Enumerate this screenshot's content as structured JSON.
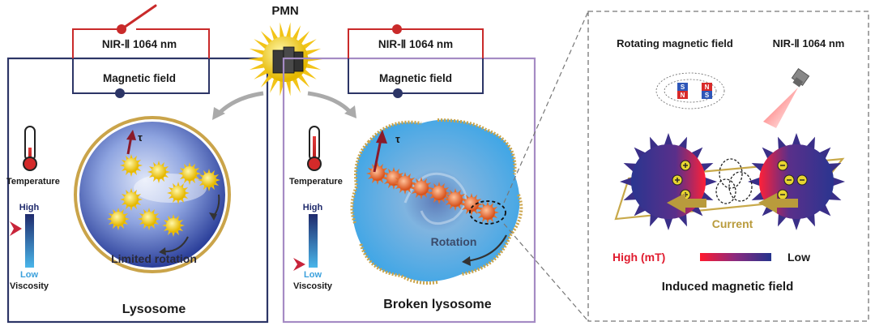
{
  "title": "PMN",
  "left_panel": {
    "nir_label": "NIR-Ⅱ 1064 nm",
    "magnetic_label": "Magnetic field",
    "tau_label": "τ",
    "temperature_label": "Temperature",
    "high_label": "High",
    "low_label": "Low",
    "viscosity_label": "Viscosity",
    "rotation_label": "Limited  rotation",
    "caption": "Lysosome"
  },
  "middle_panel": {
    "nir_label": "NIR-Ⅱ 1064 nm",
    "magnetic_label": "Magnetic field",
    "tau_label": "τ",
    "temperature_label": "Temperature",
    "high_label": "High",
    "low_label": "Low",
    "viscosity_label": "Viscosity",
    "rotation_label": "Rotation",
    "caption": "Broken lysosome"
  },
  "right_panel": {
    "rotating_field_label": "Rotating magnetic field",
    "nir_label": "NIR-Ⅱ 1064 nm",
    "magnet_poles": [
      "S",
      "N",
      "N",
      "S"
    ],
    "current_label": "Current",
    "scale_high_label": "High (mT)",
    "scale_low_label": "Low",
    "caption": "Induced magnetic field"
  },
  "colors": {
    "left_frame": "#2c3566",
    "mid_frame": "#a58bc4",
    "nir_red": "#c92a2a",
    "field_navy": "#1f2a5c",
    "high_red": "#e01b2e",
    "current_gold": "#b99b3c"
  }
}
